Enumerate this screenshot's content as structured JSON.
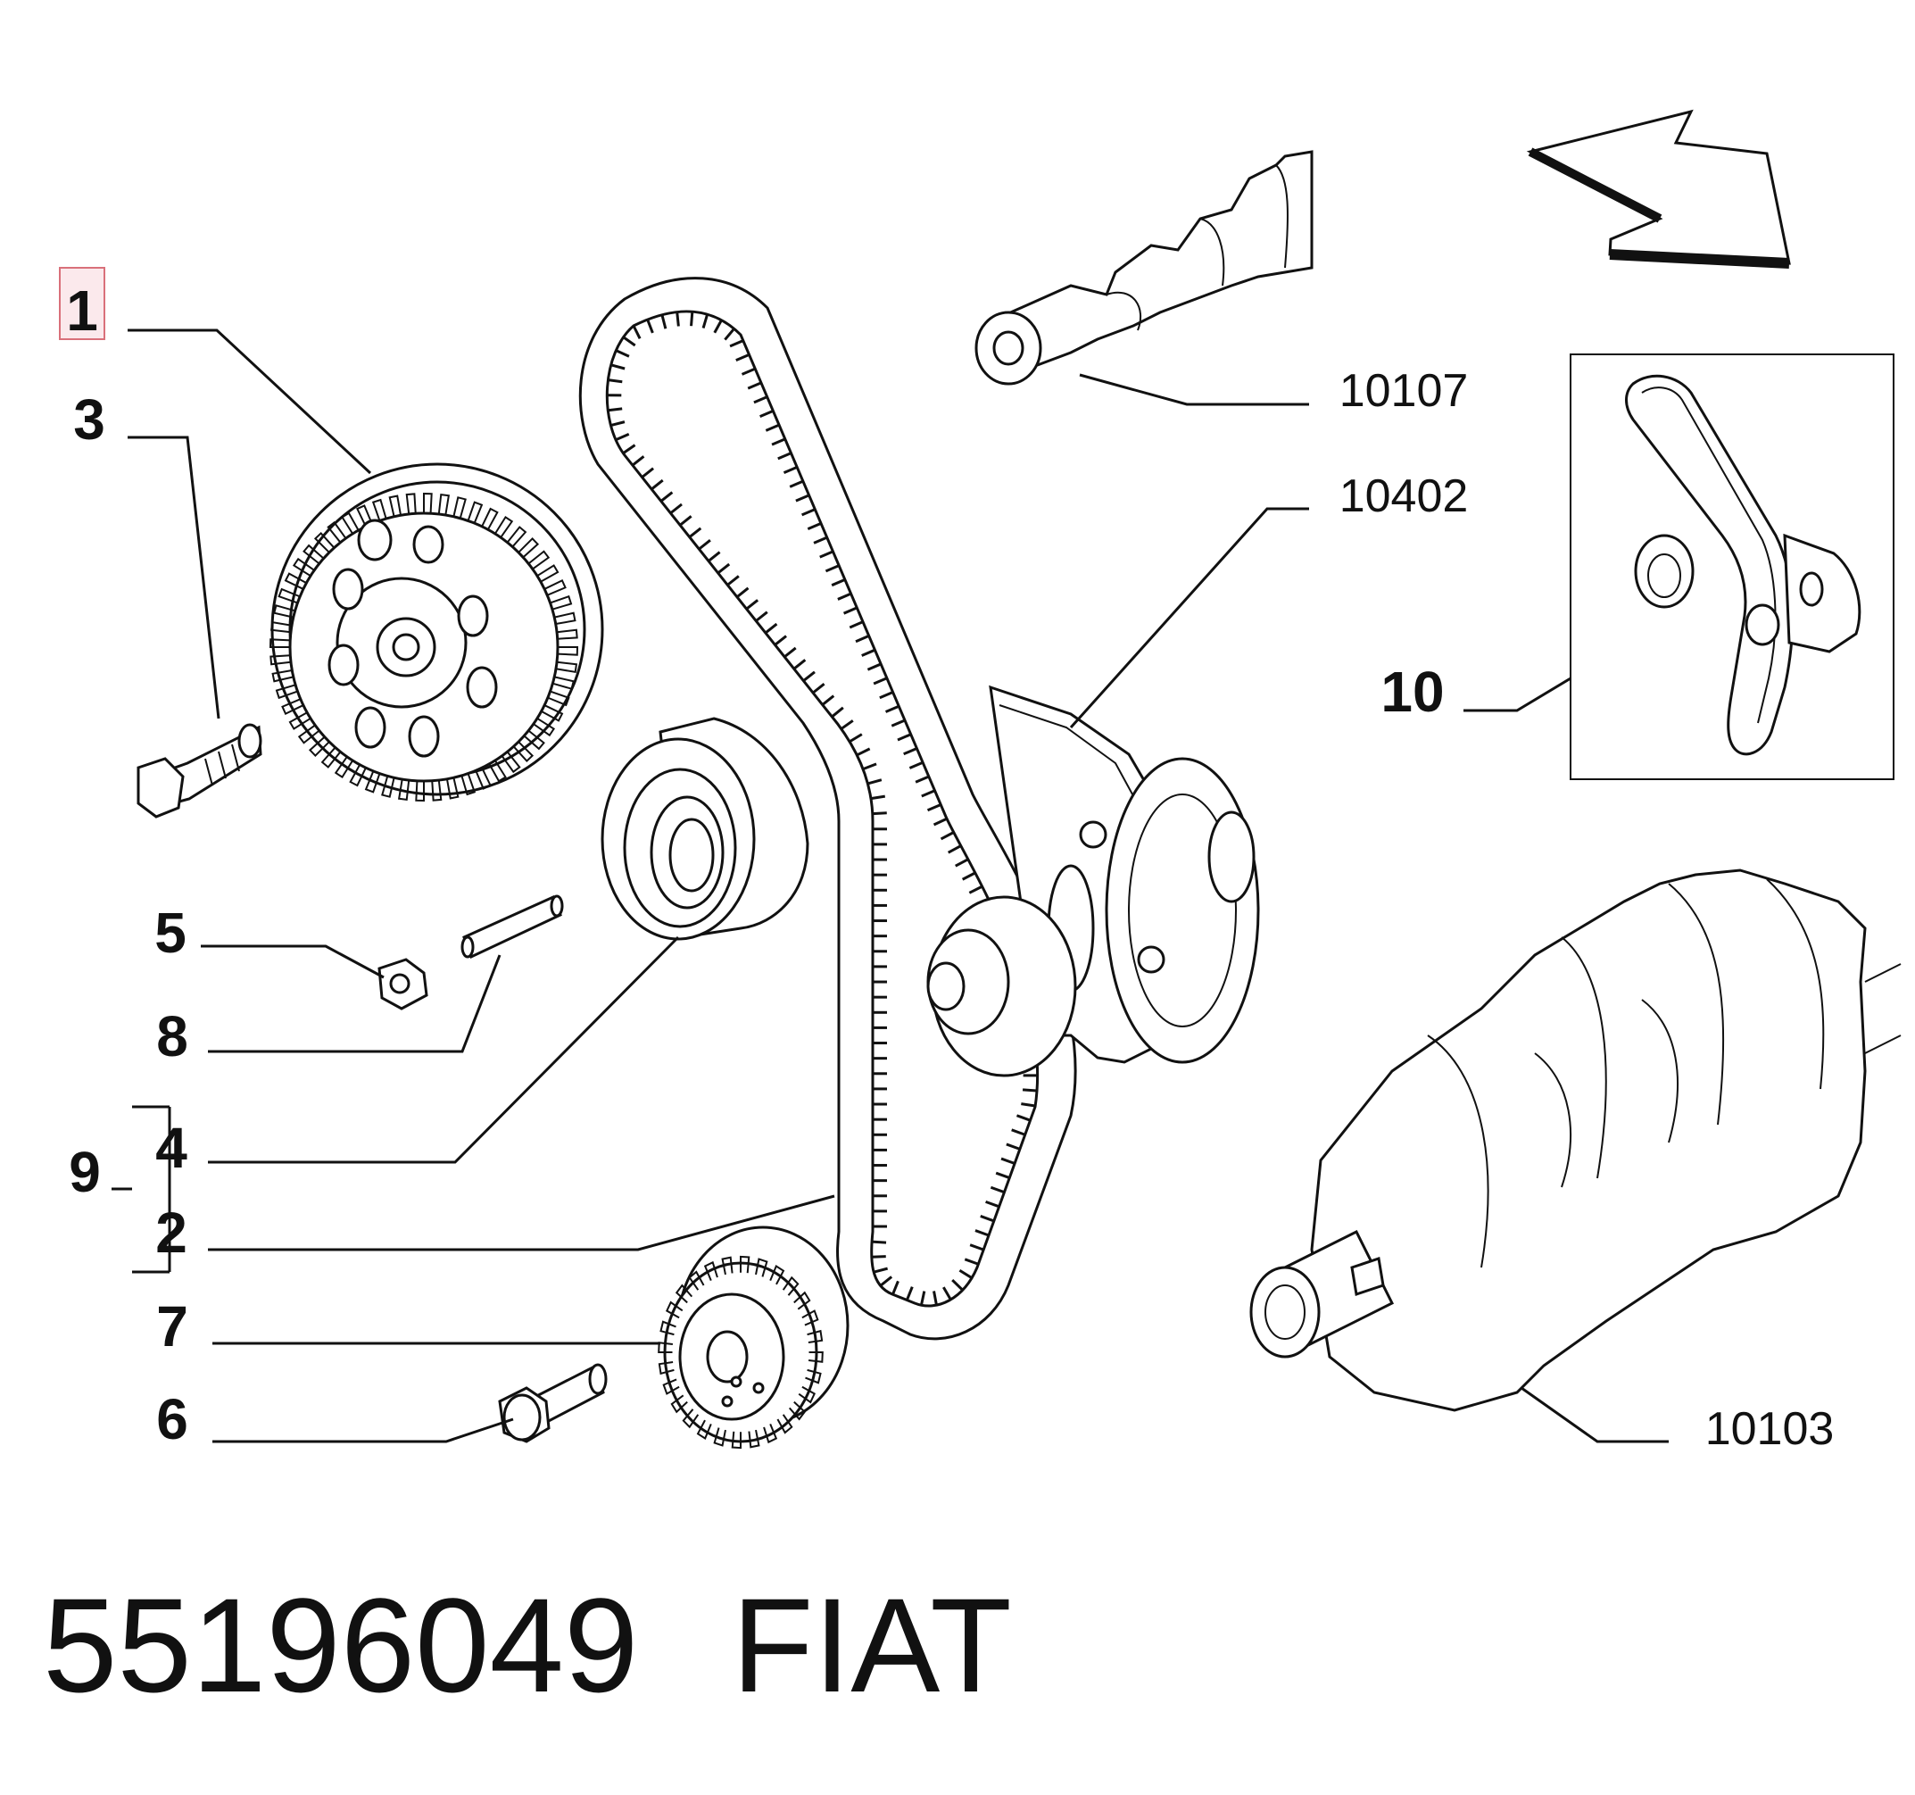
{
  "callouts": {
    "c1": "1",
    "c3": "3",
    "c5": "5",
    "c8": "8",
    "c9": "9",
    "c4": "4",
    "c2": "2",
    "c7": "7",
    "c6": "6",
    "c10": "10",
    "r10107": "10107",
    "r10402": "10402",
    "r10103": "10103"
  },
  "caption": {
    "part_number": "55196049",
    "brand": "FIAT"
  },
  "colors": {
    "highlight_box_stroke": "#d9707a",
    "highlight_box_fill": "#fbe9ec",
    "ink": "#111111"
  }
}
